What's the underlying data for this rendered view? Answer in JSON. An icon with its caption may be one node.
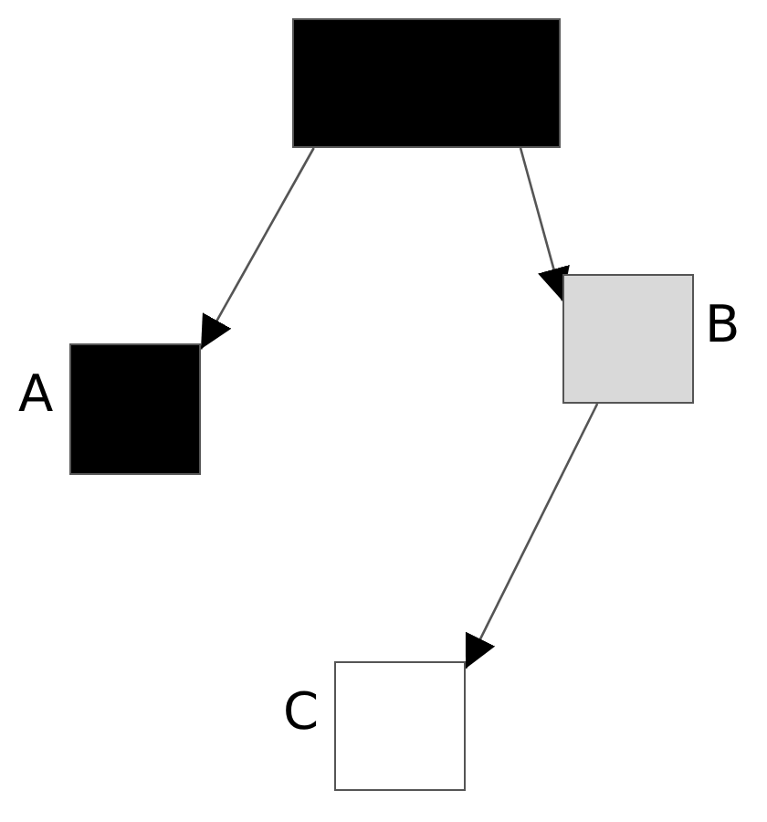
{
  "diagram": {
    "nodes": [
      {
        "text": [],
        "shape": "box"
      },
      {
        "text": [
          "A"
        ]
      },
      {
        "text": [
          "B"
        ]
      },
      {
        "text": [
          "C"
        ]
      }
    ],
    "edges": [
      {
        "from": 0,
        "to": 1,
        "arrow": "to"
      },
      {
        "from": 0,
        "to": 2,
        "arrow": "to"
      },
      {
        "from": 2,
        "to": 3,
        "arrow": "to"
      }
    ]
  }
}
